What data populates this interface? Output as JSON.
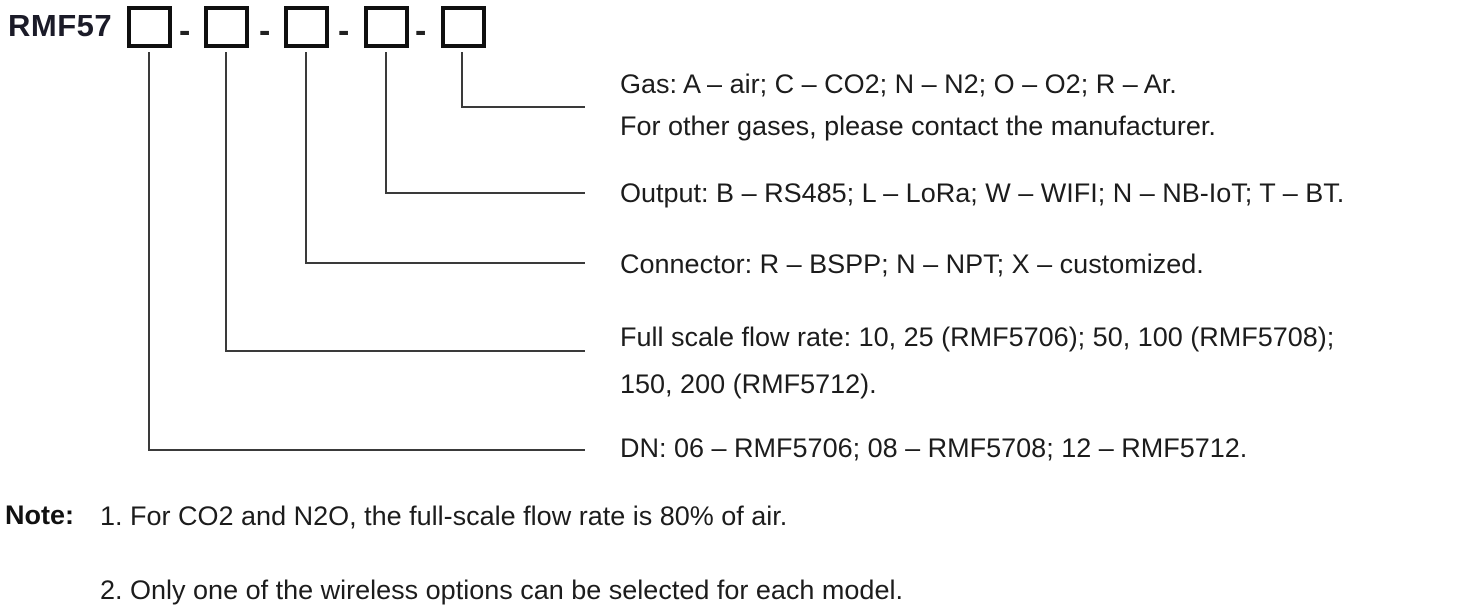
{
  "model": {
    "prefix": "RMF57",
    "box_count": 5,
    "separator": "-"
  },
  "fields": [
    {
      "name": "gas",
      "lines": [
        "Gas: A – air; C – CO2; N – N2; O – O2; R – Ar.",
        "For other gases, please contact the manufacturer."
      ]
    },
    {
      "name": "output",
      "lines": [
        "Output: B – RS485; L – LoRa; W – WIFI; N – NB-IoT; T – BT."
      ]
    },
    {
      "name": "connector",
      "lines": [
        "Connector: R – BSPP; N – NPT; X – customized."
      ]
    },
    {
      "name": "full_scale_flow_rate",
      "lines": [
        "Full scale flow rate: 10, 25 (RMF5706); 50, 100 (RMF5708);",
        "150, 200 (RMF5712)."
      ]
    },
    {
      "name": "dn",
      "lines": [
        "DN: 06 – RMF5706; 08 – RMF5708; 12 – RMF5712."
      ]
    }
  ],
  "notes": {
    "label": "Note:",
    "items": [
      "1. For CO2 and N2O, the full-scale flow rate is 80% of air.",
      "2. Only one of the wireless options can be selected for each model."
    ]
  },
  "colors": {
    "text": "#1c1c1c",
    "model_text": "#1b1b28",
    "connector_line": "#3a3a3a",
    "box_border": "#0f0f0f",
    "background": "#ffffff"
  }
}
